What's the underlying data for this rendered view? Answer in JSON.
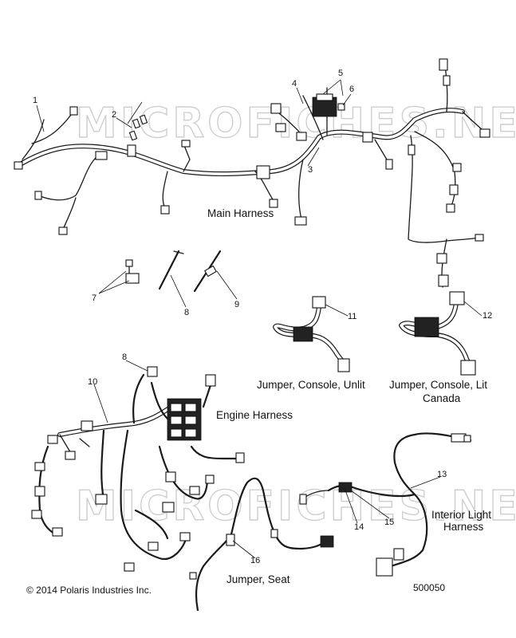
{
  "watermark": "MICROFICHES.NET",
  "callouts": {
    "c1": "1",
    "c2": "2",
    "c3": "3",
    "c4": "4",
    "c5": "5",
    "c6": "6",
    "c7": "7",
    "c8a": "8",
    "c8b": "8",
    "c9": "9",
    "c10": "10",
    "c11": "11",
    "c12": "12",
    "c13": "13",
    "c14": "14",
    "c15": "15",
    "c16": "16"
  },
  "captions": {
    "main_harness": "Main Harness",
    "jumper_console_unlit": "Jumper, Console, Unlit",
    "jumper_console_lit_line1": "Jumper, Console, Lit",
    "jumper_console_lit_line2": "Canada",
    "engine_harness": "Engine Harness",
    "interior_light_line1": "Interior Light",
    "interior_light_line2": "Harness",
    "jumper_seat": "Jumper, Seat"
  },
  "footer": {
    "copyright": "© 2014 Polaris Industries Inc.",
    "diagram_number": "500050"
  }
}
